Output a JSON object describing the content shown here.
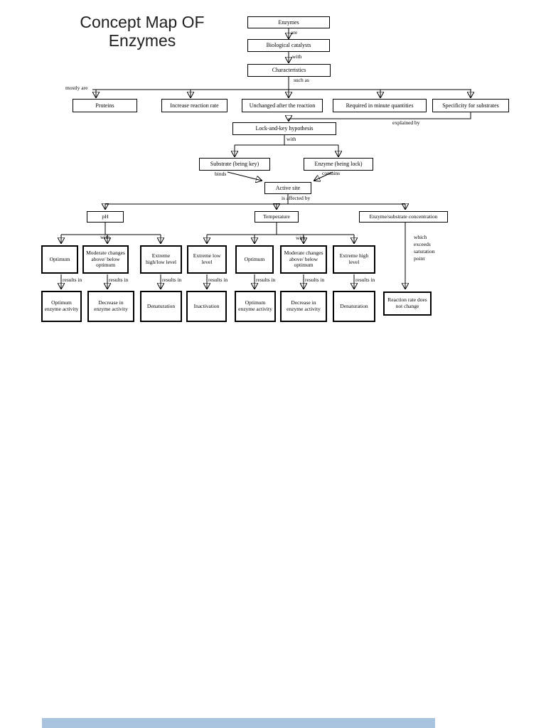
{
  "title": {
    "line1": "Concept Map OF",
    "line2": "Enzymes"
  },
  "nodes": {
    "enzymes": "Enzymes",
    "biological_catalysts": "Biological catalysts",
    "characteristics": "Characteristics",
    "proteins": "Proteins",
    "increase_reaction_rate": "Increase reaction rate",
    "unchanged": "Unchanged after the reaction",
    "required": "Required in minute quantities",
    "specificity": "Specificity for substrates",
    "lock_and_key": "Lock-and-key hypothesis",
    "substrate": "Substrate (being key)",
    "enzyme_lock": "Enzyme (being lock)",
    "active_site": "Active site",
    "ph": "pH",
    "temperature": "Temperature",
    "concentration": "Enzyme/substrate concentration",
    "ph_optimum": "Optimum",
    "ph_moderate": "Moderate changes above/ below optimum",
    "ph_extreme": "Extreme high/low level",
    "temp_extreme_low": "Extreme low level",
    "temp_optimum": "Optimum",
    "temp_moderate": "Moderate changes above/ below optimum",
    "temp_extreme_high": "Extreme high level",
    "result_ph_optimum": "Optimum enzyme activity",
    "result_ph_moderate": "Decrease in enzyme activity",
    "result_ph_extreme": "Denaturation",
    "result_temp_low": "Inactivation",
    "result_temp_optimum": "Optimum enzyme activity",
    "result_temp_moderate": "Decrease in enzyme activity",
    "result_temp_high": "Denaturation",
    "result_concentration": "Reaction rate does not change"
  },
  "labels": {
    "are": "are",
    "with_characteristics": "with",
    "such_as": "such as",
    "mostly_are": "mostly are",
    "explained_by": "explained by",
    "with_hypothesis": "with",
    "binds": "binds",
    "contains": "contains",
    "is_affected_by": "is affected by",
    "with_ph": "with",
    "with_temperature": "with",
    "which_exceeds": "which exceeds saturation point",
    "results_in": "results in"
  },
  "colors": {
    "line": "#000000",
    "box_border": "#000000",
    "background": "#ffffff",
    "bottom_bar": "#a8c3dd"
  }
}
